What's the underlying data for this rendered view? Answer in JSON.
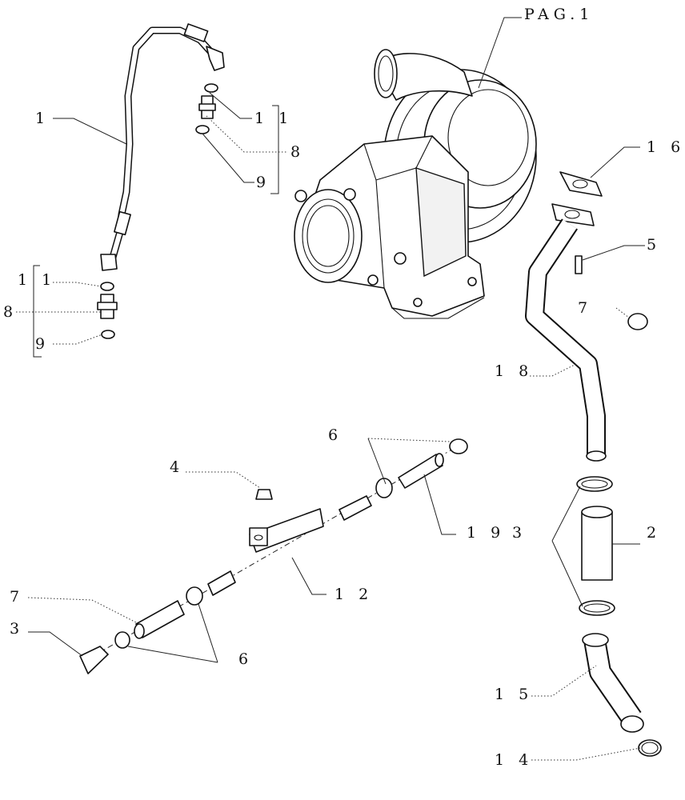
{
  "reference_label": "PAG.1",
  "callouts": {
    "c1_pipe": "1",
    "c11_upper": "1 1",
    "c8_upper": "8",
    "c9_upper": "9",
    "c11_lower": "1 1",
    "c8_lower": "8",
    "c9_lower": "9",
    "c16": "1 6",
    "c5": "5",
    "c7_right": "7",
    "c18": "1 8",
    "c6_upper": "6",
    "c4": "4",
    "c19": "1 9",
    "c3_right": "3",
    "c2": "2",
    "c12": "1 2",
    "c7_left": "7",
    "c3_left": "3",
    "c6_lower": "6",
    "c15": "1 5",
    "c14": "1 4"
  }
}
